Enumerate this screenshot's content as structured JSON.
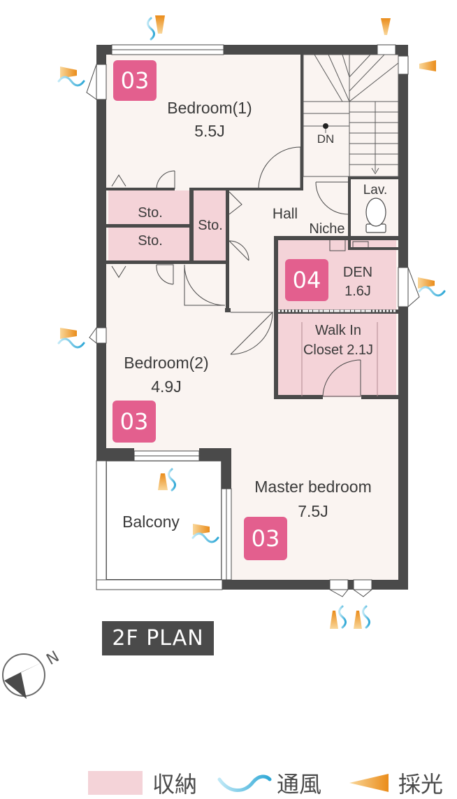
{
  "plan": {
    "rooms": {
      "bedroom1": {
        "name": "Bedroom(1)",
        "size": "5.5J"
      },
      "bedroom2": {
        "name": "Bedroom(2)",
        "size": "4.9J"
      },
      "master": {
        "name": "Master bedroom",
        "size": "7.5J"
      },
      "den": {
        "name": "DEN",
        "size": "1.6J"
      },
      "walkin": {
        "line1": "Walk In",
        "line2": "Closet 2.1J"
      },
      "hall": "Hall",
      "niche": "Niche",
      "lav": "Lav.",
      "sto_upper": "Sto.",
      "sto_lower": "Sto.",
      "sto_mid": "Sto.",
      "balcony": "Balcony",
      "stair_dn": "DN"
    },
    "badges": {
      "bedroom1": "03",
      "bedroom2": "03",
      "master": "03",
      "den": "04"
    }
  },
  "title": "2F PLAN",
  "compass": {
    "label": "N",
    "icon": "compass-icon"
  },
  "legend": {
    "storage": "収納",
    "ventilation": "通風",
    "daylight": "採光"
  },
  "colors": {
    "storage": "#f4d3d8",
    "badge": "#e35f8e",
    "wall": "#4a4a4a",
    "floor": "#faf4f1",
    "wind": "#5cc6e8",
    "light": "#f0a030"
  }
}
